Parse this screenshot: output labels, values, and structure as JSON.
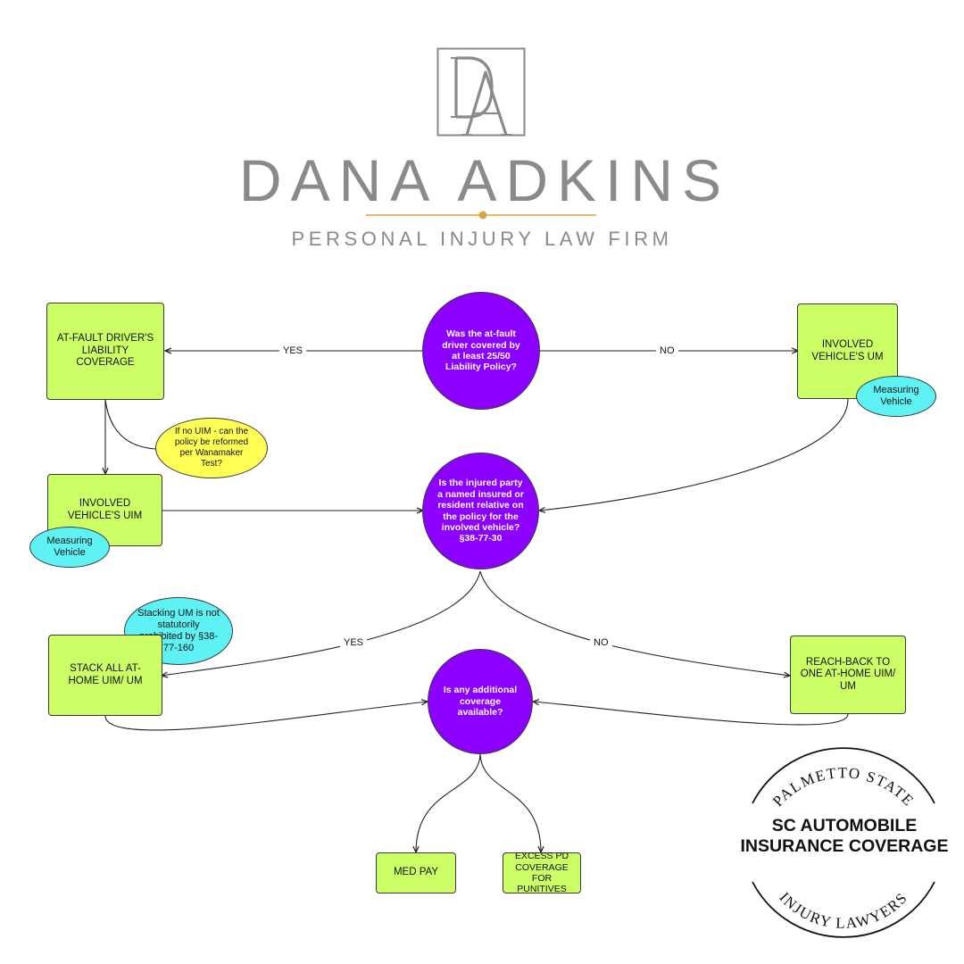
{
  "header": {
    "brand_name": "DANA ADKINS",
    "tagline": "PERSONAL INJURY LAW FIRM",
    "colors": {
      "brand_gray": "#8a8a8c",
      "accent_gold": "#d9a441"
    }
  },
  "flowchart": {
    "nodes": {
      "q_liability": "Was the at-fault driver covered by at least 25/50 Liability Policy?",
      "at_fault_liability": "AT-FAULT DRIVER'S LIABILITY COVERAGE",
      "involved_um": "INVOLVED VEHICLE'S UM",
      "note_measuring_um": "Measuring Vehicle",
      "note_wanamaker": "If no UIM - can the policy be reformed per Wanamaker Test?",
      "involved_uim": "INVOLVED VEHICLE'S UIM",
      "note_measuring_uim": "Measuring Vehicle",
      "q_named_insured": "Is the injured party a named insured or resident relative on the policy for the involved vehicle? §38-77-30",
      "note_stacking": "Stacking UM is not statutorily prohibited by §38-77-160",
      "stack_all": "STACK ALL AT-HOME UIM/ UM",
      "reach_back": "REACH-BACK TO ONE AT-HOME UIM/ UM",
      "q_additional": "Is any additional coverage available?",
      "med_pay": "MED PAY",
      "excess_pd": "EXCESS PD COVERAGE FOR PUNITIVES"
    },
    "edge_labels": {
      "yes_1": "YES",
      "no_1": "NO",
      "yes_2": "YES",
      "no_2": "NO"
    },
    "colors": {
      "box_fill": "#ccff66",
      "decision_fill": "#8c00ff",
      "note_cyan": "#5ff2f5",
      "note_yellow": "#ffff55"
    }
  },
  "seal": {
    "top_arc": "PALMETTO STATE",
    "title_line1": "SC AUTOMOBILE",
    "title_line2": "INSURANCE COVERAGE",
    "bottom_arc": "INJURY LAWYERS"
  }
}
